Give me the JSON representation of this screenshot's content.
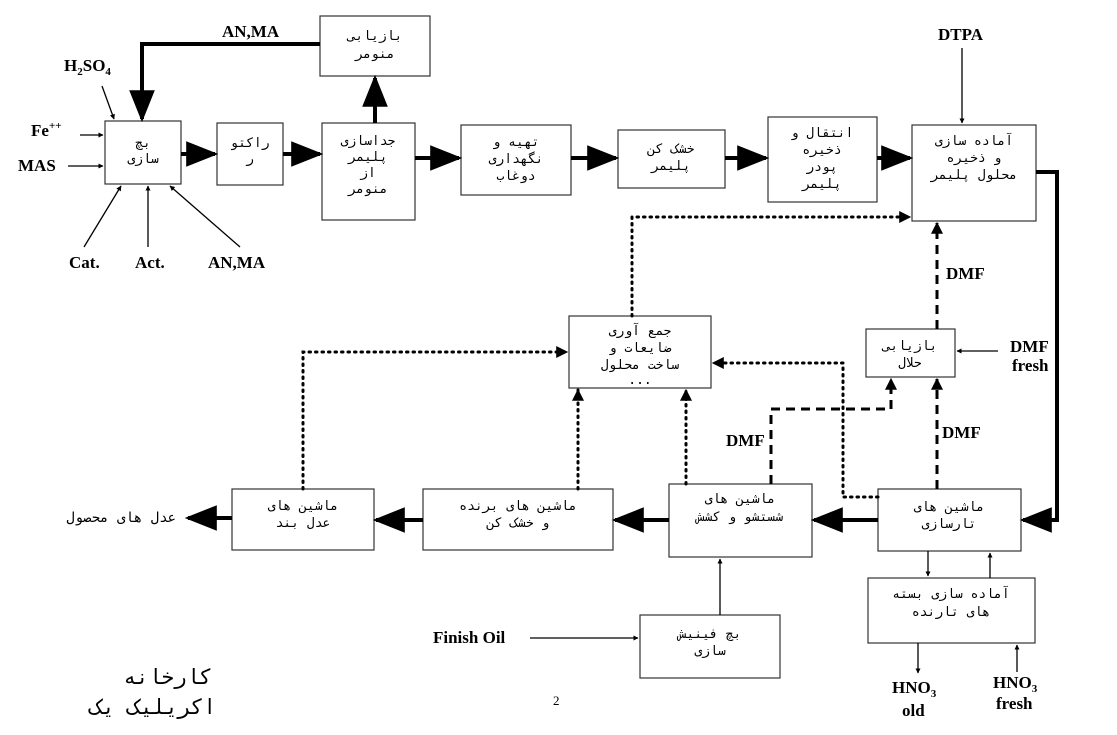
{
  "boxes": {
    "seed": [
      "بچ",
      "سازی"
    ],
    "reactor": [
      "راکتو",
      "ر"
    ],
    "separation": [
      "جداسازی",
      "پلیمر",
      "از",
      "منومر"
    ],
    "monomer_recovery": [
      "بازیابی",
      "منومر"
    ],
    "dope_prep": [
      "تهیه و",
      "نگهداری",
      "دوغاب"
    ],
    "dryer": [
      "خشک کن",
      "پلیمر"
    ],
    "powder_transfer": [
      "انتقال و",
      "ذخیره",
      "پودر",
      "پلیمر"
    ],
    "solution_prep": [
      "آماده سازی",
      "و ذخیره",
      "محلول پلیمر"
    ],
    "waste_collection": [
      "جمع آوری",
      "ضایعات و",
      "ساخت محلول",
      "..."
    ],
    "solvent_recovery": [
      "بازیابی",
      "حلال"
    ],
    "spinning": [
      "ماشین های",
      "تارسازی"
    ],
    "washing": [
      "ماشین های",
      "شستشو و کشش"
    ],
    "cutting": [
      "ماشین های برنده",
      "و خشک کن"
    ],
    "baling": [
      "ماشین های",
      "عدل بند"
    ],
    "finish_prep": [
      "بچ فینیش",
      "سازی"
    ],
    "spin_bath": [
      "آماده سازی بسته",
      "های تارنده"
    ]
  },
  "labels": {
    "h2so4_main": "H",
    "h2so4_sub": "2",
    "h2so4_rest": "SO",
    "h2so4_sub2": "4",
    "fe": "Fe",
    "fe_sup": "++",
    "mas": "MAS",
    "cat": "Cat.",
    "act": "Act.",
    "an_ma_bottom": "AN,MA",
    "an_ma_top": "AN,MA",
    "dtpa": "DTPA",
    "dmf_top": "DMF",
    "dmf_fresh_1": "DMF",
    "dmf_fresh_2": "fresh",
    "dmf_mid": "DMF",
    "dmf_left": "DMF",
    "finish_oil": "Finish Oil",
    "hno3_old_1": "HNO",
    "hno3_old_sub": "3",
    "hno3_old_2": "old",
    "hno3_fresh_1": "HNO",
    "hno3_fresh_sub": "3",
    "hno3_fresh_2": "fresh",
    "product_bales": "عدل های محصول"
  },
  "footer": {
    "title_line1": "کارخانه",
    "title_line2": "اکریلیک یک",
    "page_number": "2"
  }
}
